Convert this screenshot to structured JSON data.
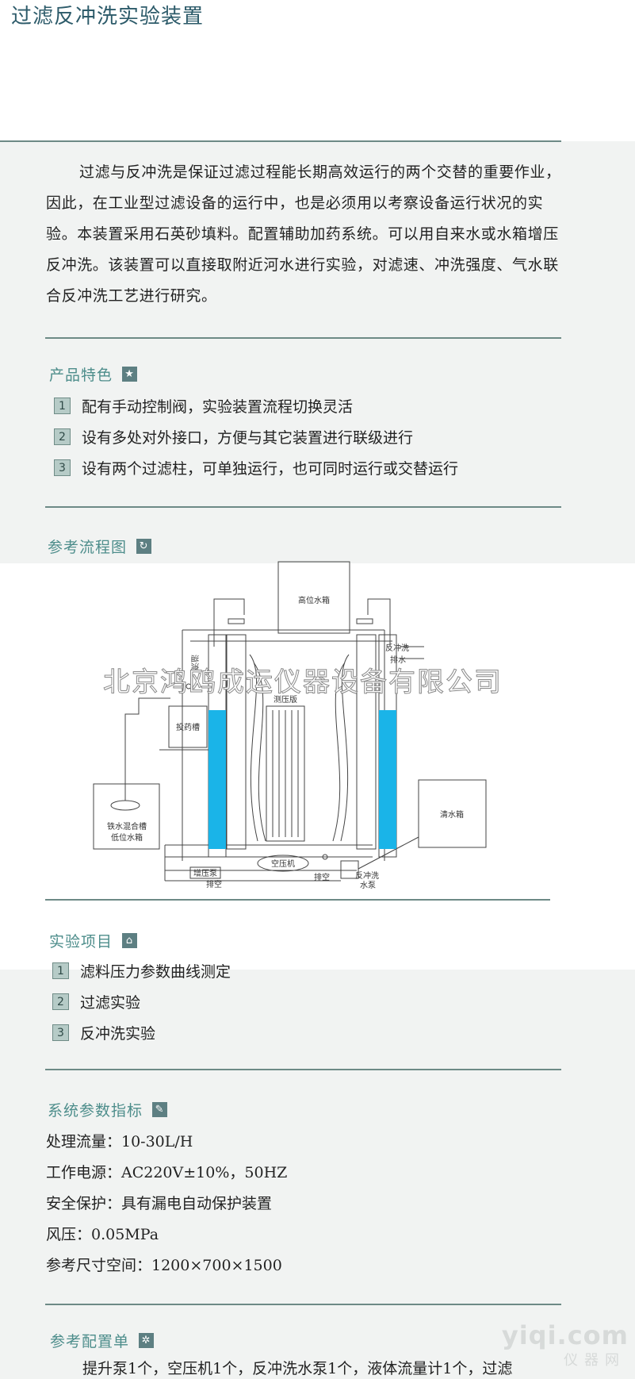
{
  "page": {
    "title": "过滤反冲洗实验装置"
  },
  "intro": {
    "text": "过滤与反冲洗是保证过滤过程能长期高效运行的两个交替的重要作业，因此，在工业型过滤设备的运行中，也是必须用以考察设备运行状况的实验。本装置采用石英砂填料。配置辅助加药系统。可以用自来水或水箱增压反冲洗。该装置可以直接取附近河水进行实验，对滤速、冲洗强度、气水联合反冲洗工艺进行研究。"
  },
  "features": {
    "title": "产品特色",
    "icon": "star-icon",
    "items": [
      {
        "num": "1",
        "text": "配有手动控制阀，实验装置流程切换灵活"
      },
      {
        "num": "2",
        "text": "设有多处对外接口，方便与其它装置进行联级进行"
      },
      {
        "num": "3",
        "text": "设有两个过滤柱，可单独运行，也可同时运行或交替运行"
      }
    ]
  },
  "flow": {
    "title": "参考流程图",
    "icon": "refresh-icon",
    "labels": {
      "high_tank": "高位水箱",
      "backwash_drain_1": "反冲洗",
      "backwash_drain_2": "排水",
      "manometer": "测压版",
      "dosing_tank": "投药槽",
      "mix_tank_1": "铁水混合槽",
      "mix_tank_2": "低位水箱",
      "clean_tank": "清水箱",
      "air_compressor": "空压机",
      "booster_pump": "增压泵",
      "vent_1": "排空",
      "vent_2": "排空",
      "backwash_pump_1": "反冲洗",
      "backwash_pump_2": "水泵",
      "overflow": "溢流"
    },
    "watermark": "北京鸿鸥成运仪器设备有限公司"
  },
  "experiments": {
    "title": "实验项目",
    "icon": "home-icon",
    "items": [
      {
        "num": "1",
        "text": "滤料压力参数曲线测定"
      },
      {
        "num": "2",
        "text": "过滤实验"
      },
      {
        "num": "3",
        "text": "反冲洗实验"
      }
    ]
  },
  "params": {
    "title": "系统参数指标",
    "icon": "wrench-icon",
    "items": [
      "处理流量：10-30L/H",
      "工作电源：AC220V±10%，50HZ",
      "安全保护：具有漏电自动保护装置",
      "风压：0.05MPa",
      "参考尺寸空间：1200×700×1500"
    ]
  },
  "config": {
    "title": "参考配置单",
    "icon": "gear-icon",
    "text": "提升泵1个，空压机1个，反冲洗水泵1个，液体流量计1个，过滤"
  },
  "logo": {
    "main": "yiqi.com",
    "sub": "仪器网"
  },
  "colors": {
    "accent": "#4d8d8b",
    "rule": "#6d8a86",
    "band": "#f1f3f2",
    "water": "#1ab4e8"
  }
}
